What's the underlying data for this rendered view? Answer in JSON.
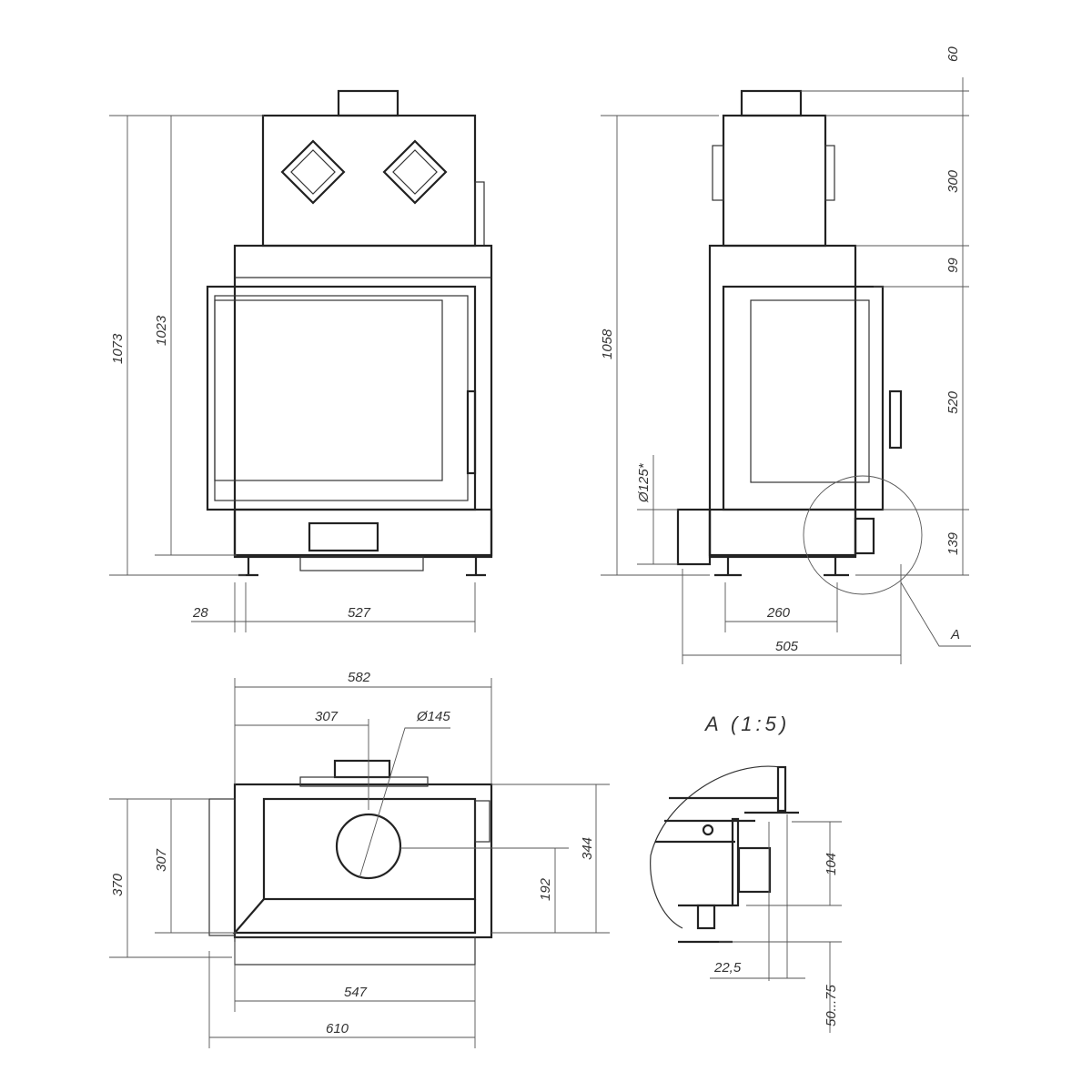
{
  "front_view": {
    "height_total": "1073",
    "height_body": "1023",
    "offset_left": "28",
    "feet_width": "527"
  },
  "side_view": {
    "top_ext": "60",
    "top_box": "300",
    "upper_gap": "99",
    "door_height": "520",
    "bottom_gap": "139",
    "height_total": "1058",
    "flue_diameter": "Ø125*",
    "feet_spacing": "260",
    "depth": "505",
    "detail_marker": "A"
  },
  "top_view": {
    "width_total": "582",
    "flue_offset": "307",
    "flue_diameter": "Ø145",
    "depth_total": "370",
    "depth_inner": "307",
    "depth_right": "344",
    "flue_depth": "192",
    "width_inner": "547",
    "width_base": "610"
  },
  "detail": {
    "title": "A (1:5)",
    "height": "104",
    "offset": "22,5",
    "feet_range": "50...75"
  }
}
